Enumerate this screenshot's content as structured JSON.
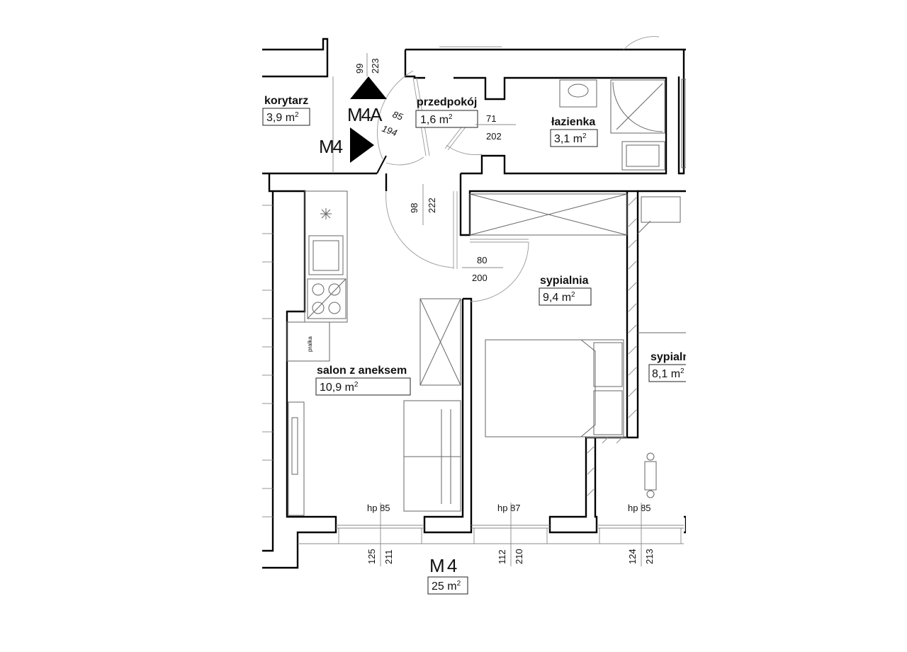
{
  "rooms": {
    "korytarz": {
      "name": "korytarz",
      "area": "3,9 m",
      "sup": "2"
    },
    "przedpokoj": {
      "name": "przedpokój",
      "area": "1,6 m",
      "sup": "2"
    },
    "lazienka": {
      "name": "łazienka",
      "area": "3,1 m",
      "sup": "2"
    },
    "salon": {
      "name": "salon z aneksem",
      "area": "10,9 m",
      "sup": "2"
    },
    "sypialnia": {
      "name": "sypialnia",
      "area": "9,4 m",
      "sup": "2"
    },
    "sypialnia_right": {
      "name": "sypialn",
      "area": "8,1 m",
      "sup": "2"
    }
  },
  "markers": {
    "m4a": "M4A",
    "m4_entrance": "M4",
    "unit": {
      "label": "M 4",
      "area": "25 m",
      "sup": "2"
    }
  },
  "dimensions": {
    "entrance_v1": "99",
    "entrance_v2": "223",
    "entrance_d1": "85",
    "entrance_d2": "194",
    "bath_door_w": "71",
    "bath_door_h": "202",
    "salon_door_v1": "98",
    "salon_door_v2": "222",
    "bed_door_w": "80",
    "bed_door_h": "200",
    "win1_hp": "hp 85",
    "win2_hp": "hp 87",
    "win3_hp": "hp 85",
    "win1_v1": "125",
    "win1_v2": "211",
    "win2_v1": "112",
    "win2_v2": "210",
    "win3_v1": "124",
    "win3_v2": "213"
  },
  "fixtures": {
    "washer": "pralka"
  }
}
